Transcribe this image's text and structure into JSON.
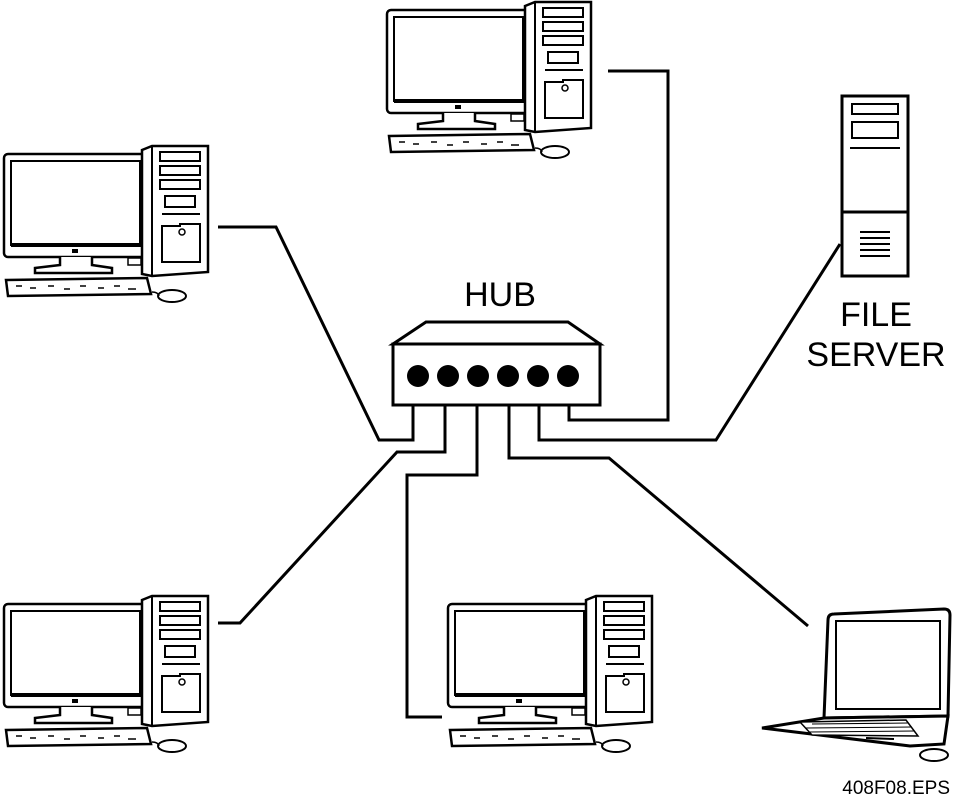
{
  "diagram": {
    "hub_label": "HUB",
    "file_server_label_line1": "FILE",
    "file_server_label_line2": "SERVER",
    "figure_id": "408F08.EPS"
  },
  "nodes": [
    {
      "id": "pc-top",
      "kind": "desktop-computer"
    },
    {
      "id": "pc-upper-left",
      "kind": "desktop-computer"
    },
    {
      "id": "file-server",
      "kind": "tower-server"
    },
    {
      "id": "pc-lower-left",
      "kind": "desktop-computer"
    },
    {
      "id": "pc-bottom-center",
      "kind": "desktop-computer"
    },
    {
      "id": "laptop-lower-right",
      "kind": "laptop"
    }
  ],
  "hub_ports": 6,
  "colors": {
    "line": "#000000",
    "background": "#ffffff",
    "screen_bezel": "#ffffff"
  }
}
